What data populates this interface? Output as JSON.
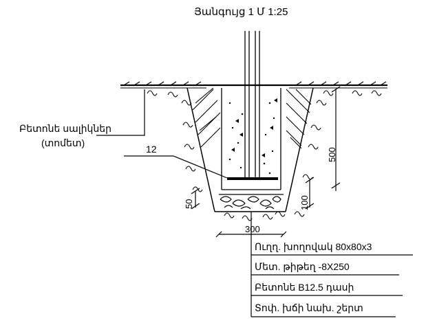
{
  "title": "Յանգույց 1 Մ 1:25",
  "labels": {
    "left_callout_line1": "Բետոնե սալիկներ",
    "left_callout_line2": "(տոմետ)",
    "item_number": "12"
  },
  "dimensions": {
    "depth": "500",
    "bottom_layer": "100",
    "side_layer": "50",
    "width": "300"
  },
  "legend": [
    "Ուղղ. խողովակ 80x80x3",
    "Մետ. թիթեղ -8X250",
    "Բետոնե B12.5 դասի",
    "Տոփ. խճի նախ. շերտ"
  ]
}
